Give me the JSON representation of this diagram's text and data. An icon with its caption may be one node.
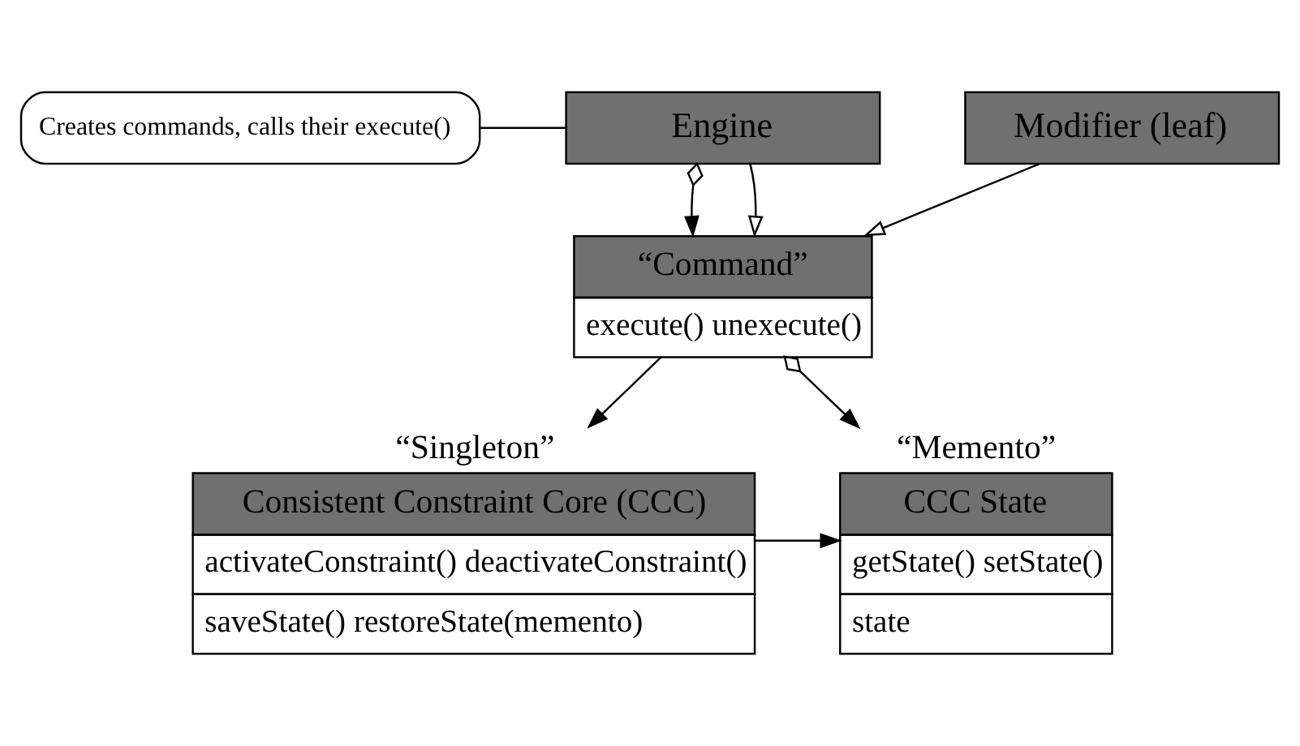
{
  "diagram": {
    "nodes": [
      {
        "text": [
          "Consistent Constraint Core (CCC)",
          "activateConstraint() deactivateConstraint()",
          "saveState() restoreState(memento)"
        ],
        "beside": [
          "“Singleton”"
        ]
      },
      {
        "text": [
          "CCC State",
          "getState() setState()",
          "state"
        ],
        "beside": [
          "“Memento”"
        ]
      },
      {
        "text": [
          "“Command”",
          "execute() unexecute()"
        ]
      },
      {
        "text": [
          "Engine"
        ]
      },
      {
        "text": [
          "Modifier (leaf)"
        ]
      },
      {
        "text": [
          "Creates commands, calls their execute()"
        ]
      }
    ],
    "edges": [
      {
        "from": 0,
        "to": 1,
        "arrow": "to"
      },
      {
        "from": 2,
        "to": 0,
        "arrow": "to"
      },
      {
        "from": 2,
        "to": 1,
        "arrow": "to"
      },
      {
        "from": 3,
        "to": 2,
        "arrow": "to"
      },
      {
        "from": 3,
        "to": 2,
        "arrow": "to"
      },
      {
        "from": 4,
        "to": 2,
        "arrow": "to"
      },
      {
        "from": 5,
        "to": 3,
        "arrow": "none"
      }
    ]
  }
}
